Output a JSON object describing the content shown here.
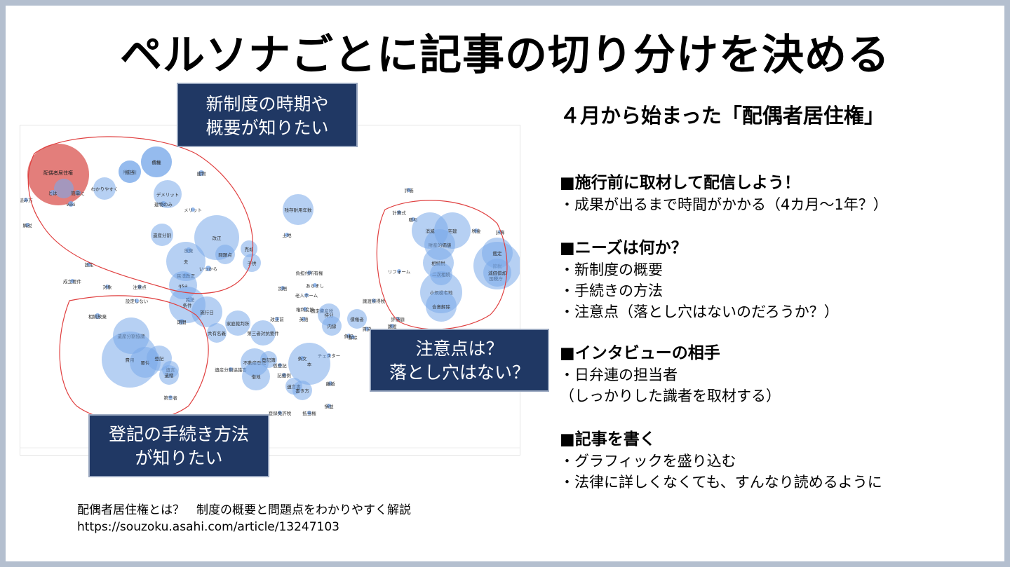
{
  "title": "ペルソナごとに記事の切り分けを決める",
  "subtitle": "４月から始まった「配偶者居住権」",
  "sections": [
    {
      "head": "■施行前に取材して配信しよう！",
      "lines": [
        "・成果が出るまで時間がかかる（4カ月〜1年？）"
      ]
    },
    {
      "head": "■ニーズは何か？",
      "lines": [
        "・新制度の概要",
        "・手続きの方法",
        "・注意点（落とし穴はないのだろうか？）"
      ]
    },
    {
      "head": "■インタビューの相手",
      "lines": [
        "・日弁連の担当者",
        "（しっかりした識者を取材する）"
      ]
    },
    {
      "head": "■記事を書く",
      "lines": [
        "・グラフィックを盛り込む",
        "・法律に詳しくなくても、すんなり読めるように"
      ]
    }
  ],
  "callouts": {
    "top": [
      "新制度の時期や",
      "概要が知りたい"
    ],
    "right": [
      "注意点は？",
      "落とし穴はない？"
    ],
    "bottom": [
      "登記の手続き方法",
      "が知りたい"
    ]
  },
  "source": {
    "line1": "配偶者居住権とは？　制度の概要と問題点をわかりやすく解説",
    "line2": "https://souzoku.asahi.com/article/13247103"
  },
  "colors": {
    "callout_bg": "#203864",
    "bubble": "#7aa9ea",
    "highlight": "#d9534f",
    "cluster_outline": "#e04040"
  },
  "bubble_labels": {
    "main": "配偶者居住権",
    "items": [
      "相続",
      "所有権",
      "わかりやすく",
      "建物",
      "とは",
      "簡単に",
      "wiki",
      "読み方",
      "デメリット",
      "建物のみ",
      "メリット",
      "解説",
      "遺産分割",
      "改正",
      "問題点",
      "売却",
      "子供",
      "放棄",
      "夫",
      "民法改正",
      "いつから",
      "q&a",
      "民法",
      "設定",
      "成立要件",
      "対象",
      "注意点",
      "設定しない",
      "条件",
      "施行日",
      "家庭裁判所",
      "共有名義",
      "期間",
      "相続放棄",
      "遺産分割協議",
      "費用",
      "要件",
      "登記",
      "遺言",
      "遺贈",
      "第三者",
      "遺産分割協議書",
      "不動産登記",
      "登記簿",
      "仮登記",
      "記載例",
      "遺言書",
      "書き方",
      "登録免許税",
      "抵当権",
      "損益",
      "第三者対抗要件",
      "債権者",
      "賃貸",
      "固定資産税",
      "負担",
      "宅建",
      "財産的価値",
      "相続税",
      "二次相続",
      "小規模宅地",
      "合意解除",
      "節税",
      "国税庁",
      "評価",
      "計算式",
      "贈与",
      "消滅",
      "税金",
      "計算",
      "鑑定",
      "減価償却",
      "残存耐用年数",
      "土地",
      "あらまし",
      "老人ホーム",
      "リフォーム",
      "譲渡所得税",
      "チェスター",
      "本",
      "離婚",
      "条文",
      "借地",
      "持分",
      "内縁",
      "権利変換",
      "英語",
      "改正前",
      "別居",
      "負担付所有権",
      "評価額",
      "譲渡",
      "解除",
      "債権",
      "抵当"
    ]
  }
}
